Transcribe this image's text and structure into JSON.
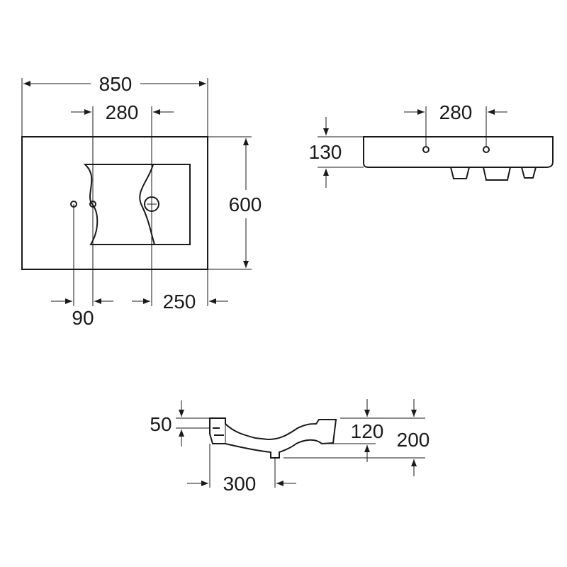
{
  "top_view": {
    "width": "850",
    "tap_spacing": "280",
    "depth": "600",
    "hole_offset": "90",
    "edge_offset": "250"
  },
  "front_view": {
    "tap_spacing": "280",
    "height": "130"
  },
  "side_view": {
    "rim": "50",
    "basin_depth": "120",
    "total_height": "200",
    "waste_offset": "300"
  }
}
